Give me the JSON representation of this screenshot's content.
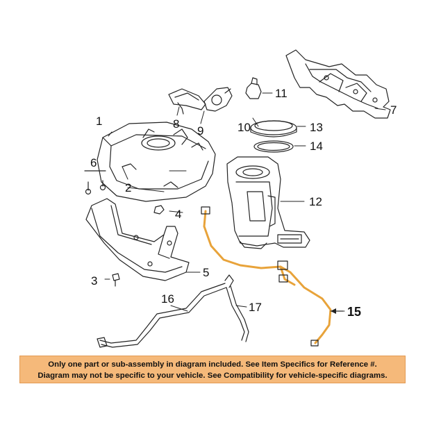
{
  "callouts": [
    {
      "id": "1",
      "label": "1"
    },
    {
      "id": "2",
      "label": "2"
    },
    {
      "id": "3",
      "label": "3"
    },
    {
      "id": "4",
      "label": "4"
    },
    {
      "id": "5",
      "label": "5"
    },
    {
      "id": "6",
      "label": "6"
    },
    {
      "id": "7",
      "label": "7"
    },
    {
      "id": "8",
      "label": "8"
    },
    {
      "id": "9",
      "label": "9"
    },
    {
      "id": "10",
      "label": "10"
    },
    {
      "id": "11",
      "label": "11"
    },
    {
      "id": "12",
      "label": "12"
    },
    {
      "id": "13",
      "label": "13"
    },
    {
      "id": "14",
      "label": "14"
    },
    {
      "id": "15",
      "label": "15"
    },
    {
      "id": "16",
      "label": "16"
    },
    {
      "id": "17",
      "label": "17"
    }
  ],
  "highlighted_part": "15",
  "colors": {
    "highlight": "#e8a33a",
    "notice_background": "#f5b97a",
    "line": "#222222"
  },
  "notice": {
    "line1": "Only one part or sub-assembly in diagram included. See Item Specifics for Reference #.",
    "line2": "Diagram may not be specific to your vehicle. See Compatibility for vehicle-specific diagrams."
  }
}
